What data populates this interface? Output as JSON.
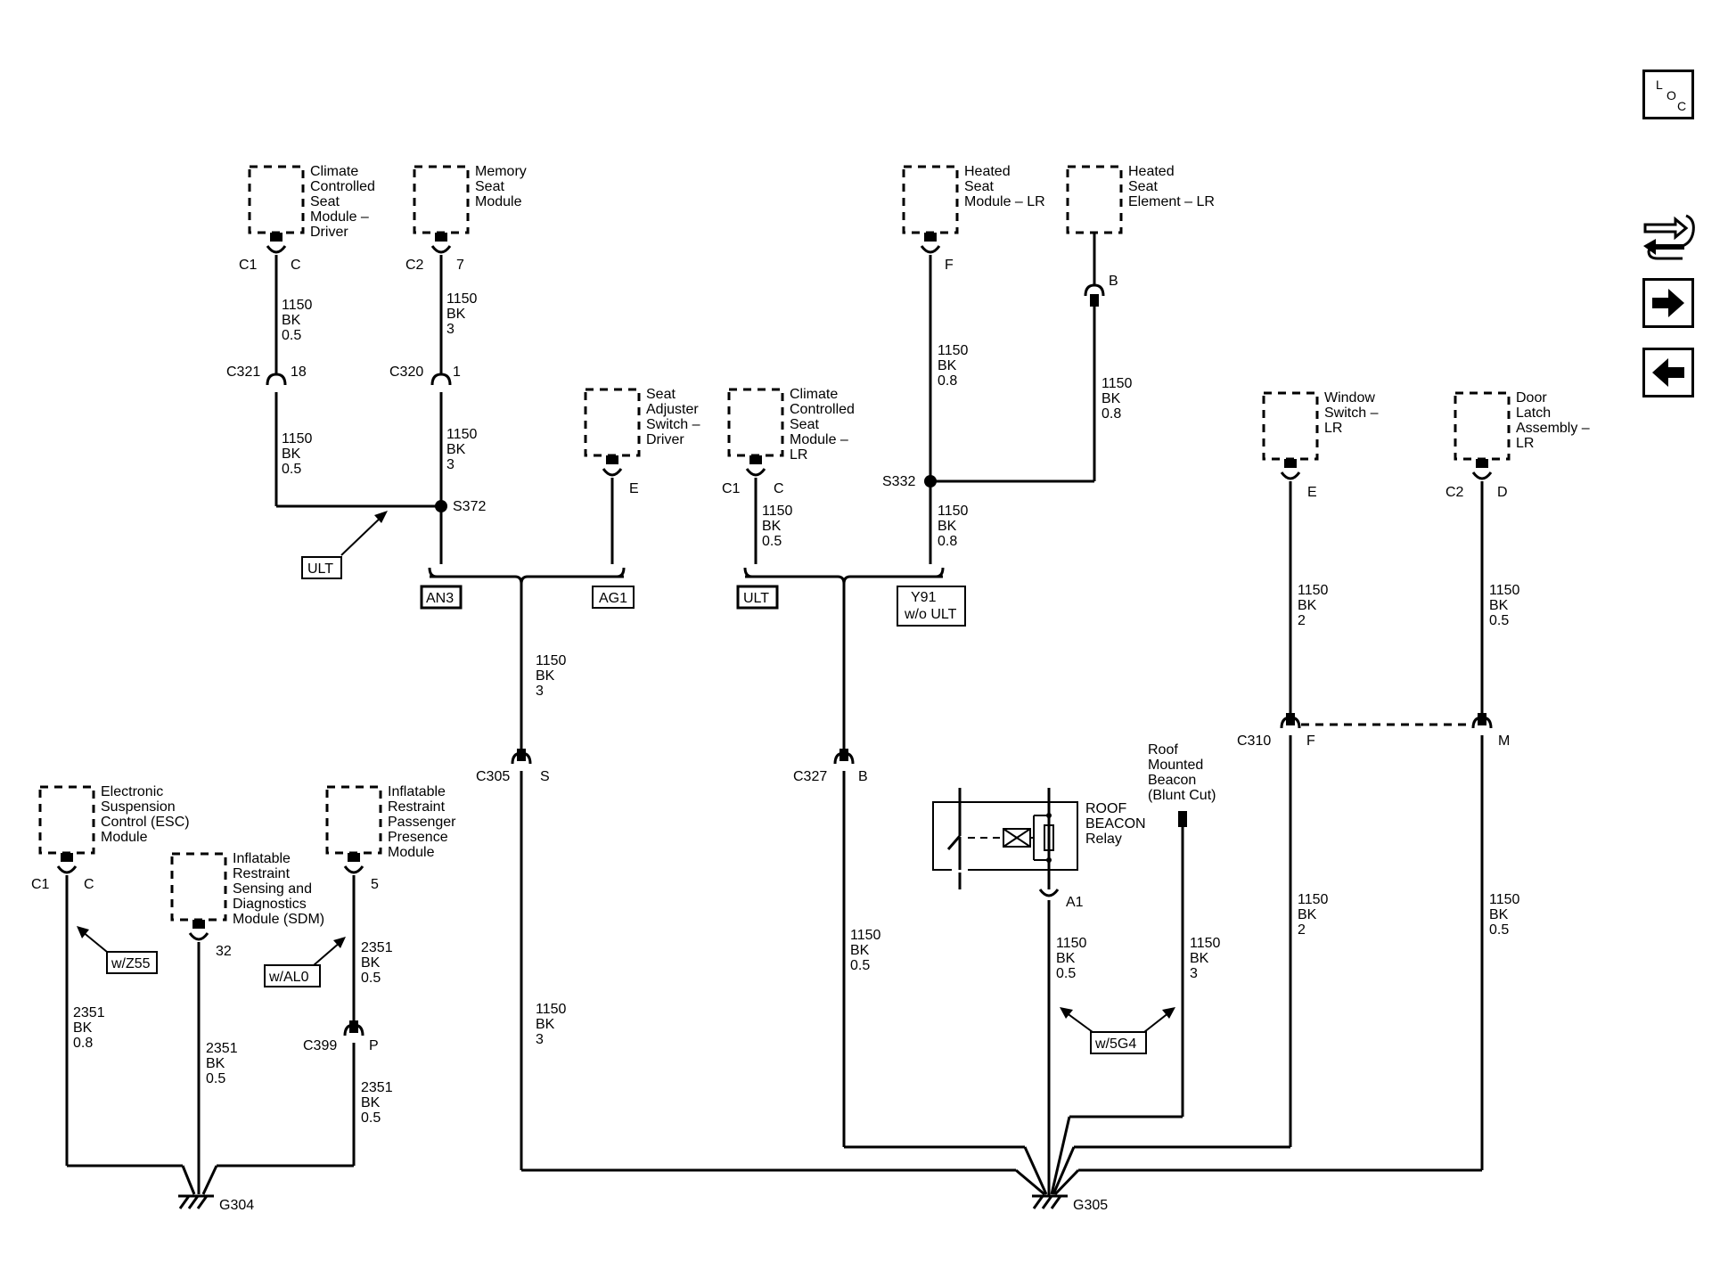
{
  "components": {
    "ccsm_driver": [
      "Climate",
      "Controlled",
      "Seat",
      "Module –",
      "Driver"
    ],
    "memory_seat": [
      "Memory",
      "Seat",
      "Module"
    ],
    "heated_seat_module_lr": [
      "Heated",
      "Seat",
      "Module – LR"
    ],
    "heated_seat_element_lr": [
      "Heated",
      "Seat",
      "Element – LR"
    ],
    "seat_adjuster_switch_driver": [
      "Seat",
      "Adjuster",
      "Switch –",
      "Driver"
    ],
    "ccsm_lr": [
      "Climate",
      "Controlled",
      "Seat",
      "Module –",
      "LR"
    ],
    "window_switch_lr": [
      "Window",
      "Switch –",
      "LR"
    ],
    "door_latch_lr": [
      "Door",
      "Latch",
      "Assembly –",
      "LR"
    ],
    "esc_module": [
      "Electronic",
      "Suspension",
      "Control (ESC)",
      "Module"
    ],
    "sdm": [
      "Inflatable",
      "Restraint",
      "Sensing and",
      "Diagnostics",
      "Module (SDM)"
    ],
    "passenger_presence": [
      "Inflatable",
      "Restraint",
      "Passenger",
      "Presence",
      "Module"
    ],
    "roof_beacon": [
      "Roof",
      "Mounted",
      "Beacon",
      "(Blunt Cut)"
    ],
    "roof_beacon_relay": [
      "ROOF",
      "BEACON",
      "Relay"
    ]
  },
  "wires": {
    "w_ccsm_driver_upper": [
      "1150",
      "BK",
      "0.5"
    ],
    "w_ccsm_driver_lower": [
      "1150",
      "BK",
      "0.5"
    ],
    "w_memory_upper": [
      "1150",
      "BK",
      "3"
    ],
    "w_memory_lower": [
      "1150",
      "BK",
      "3"
    ],
    "w_heated_module": [
      "1150",
      "BK",
      "0.8"
    ],
    "w_heated_element": [
      "1150",
      "BK",
      "0.8"
    ],
    "w_ccsm_lr": [
      "1150",
      "BK",
      "0.5"
    ],
    "w_s332_lower": [
      "1150",
      "BK",
      "0.8"
    ],
    "w_c305_upper": [
      "1150",
      "BK",
      "3"
    ],
    "w_c305_lower": [
      "1150",
      "BK",
      "3"
    ],
    "w_c327_lower": [
      "1150",
      "BK",
      "0.5"
    ],
    "w_relay": [
      "1150",
      "BK",
      "0.5"
    ],
    "w_beacon": [
      "1150",
      "BK",
      "3"
    ],
    "w_window_upper": [
      "1150",
      "BK",
      "2"
    ],
    "w_window_lower": [
      "1150",
      "BK",
      "2"
    ],
    "w_door_upper": [
      "1150",
      "BK",
      "0.5"
    ],
    "w_door_lower": [
      "1150",
      "BK",
      "0.5"
    ],
    "w_esc": [
      "2351",
      "BK",
      "0.8"
    ],
    "w_sdm": [
      "2351",
      "BK",
      "0.5"
    ],
    "w_ppm_upper": [
      "2351",
      "BK",
      "0.5"
    ],
    "w_ppm_lower": [
      "2351",
      "BK",
      "0.5"
    ]
  },
  "connectors": {
    "c1_ccsm_driver": "C1",
    "pin_ccsm_driver": "C",
    "c2_memory": "C2",
    "pin_memory": "7",
    "c321": "C321",
    "pin_c321": "18",
    "c320": "C320",
    "pin_c320": "1",
    "s372": "S372",
    "pin_heated_module": "F",
    "pin_heated_element": "B",
    "pin_seat_adjuster": "E",
    "c1_ccsm_lr": "C1",
    "pin_ccsm_lr": "C",
    "s332": "S332",
    "pin_window": "E",
    "c2_door": "C2",
    "pin_door": "D",
    "c305": "C305",
    "pin_c305": "S",
    "c327": "C327",
    "pin_c327": "B",
    "c310": "C310",
    "pin_c310_f": "F",
    "pin_c310_m": "M",
    "pin_relay": "A1",
    "c1_esc": "C1",
    "pin_esc": "C",
    "pin_sdm": "32",
    "pin_ppm": "5",
    "c399": "C399",
    "pin_c399": "P",
    "g304": "G304",
    "g305": "G305"
  },
  "option_labels": {
    "ult_arrow": "ULT",
    "an3": "AN3",
    "ag1": "AG1",
    "ult_box": "ULT",
    "y91_line1": "Y91",
    "y91_line2": "w/o ULT",
    "w_z55": "w/Z55",
    "w_al0": "w/AL0",
    "w_5g4": "w/5G4"
  },
  "navigation": {
    "loc_letters": [
      "L",
      "O",
      "C"
    ],
    "tools_icon": "wrench-arrows-icon",
    "next_icon": "arrow-right-icon",
    "prev_icon": "arrow-left-icon"
  }
}
